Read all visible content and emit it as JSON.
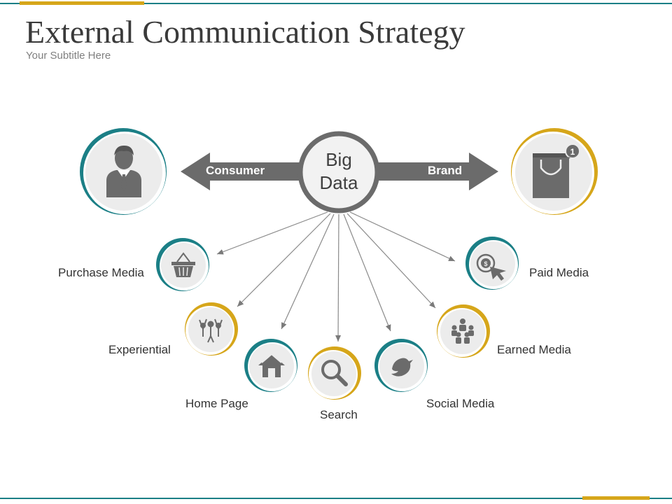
{
  "title": "External Communication Strategy",
  "subtitle": "Your Subtitle Here",
  "center": {
    "line1": "Big",
    "line2": "Data"
  },
  "arrows": {
    "left_label": "Consumer",
    "right_label": "Brand"
  },
  "badge_number": "1",
  "channels": {
    "purchase_media": "Purchase Media",
    "experiential": "Experiential",
    "home_page": "Home Page",
    "search": "Search",
    "social_media": "Social Media",
    "earned_media": "Earned Media",
    "paid_media": "Paid Media"
  },
  "colors": {
    "teal": "#1b7f86",
    "gold": "#d6a61a",
    "gray": "#6b6b6b",
    "light_gray": "#ececec"
  }
}
